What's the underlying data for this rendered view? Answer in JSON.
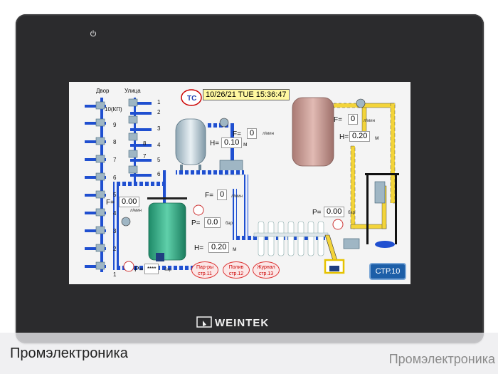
{
  "screen": {
    "headers": {
      "left": "Двор",
      "right": "Улица"
    },
    "datetime": "10/26/21 TUE 15:36:47",
    "left_numbers": [
      "10(КП)",
      "9",
      "8",
      "7",
      "6",
      "5",
      "4",
      "3",
      "2",
      "1"
    ],
    "right_numbers": [
      "1",
      "2",
      "3",
      "4",
      "5",
      "6",
      "7",
      "8"
    ],
    "readouts": {
      "f1_label": "F=",
      "f1_value": "0",
      "f1_unit": "л/мин",
      "h1_label": "H=",
      "h1_value": "0.10",
      "h1_unit": "м",
      "f2_label": "F=",
      "f2_value": "0",
      "f2_unit": "л/мин",
      "f3_label": "F=",
      "f3_value": "0.00",
      "f3_unit": "л/мин",
      "p1_label": "P=",
      "p1_value": "0.0",
      "p1_unit": "бар",
      "h2_label": "H=",
      "h2_value": "0.20",
      "h2_unit": "м",
      "p2_label": "P=",
      "p2_value": "****",
      "p2_unit": "бар",
      "f4_label": "F=",
      "f4_value": "0",
      "f4_unit": "л/мин",
      "h3_label": "H=",
      "h3_value": "0.20",
      "h3_unit": "м",
      "p3_label": "P=",
      "p3_value": "0.00",
      "p3_unit": "бар"
    },
    "buttons": [
      {
        "line1": "Пар-ры",
        "line2": "стр.11"
      },
      {
        "line1": "Полив",
        "line2": "стр.12"
      },
      {
        "line1": "Журнал",
        "line2": "стр.13"
      }
    ],
    "page_button": "СТР.10",
    "logo_text": "ТС"
  },
  "brand": "WEINTEK",
  "footer": {
    "left": "Промэлектроника",
    "right": "Промэлектроника"
  },
  "colors": {
    "panel": "#2b2b2d",
    "pipe_blue": "#1f4fd0",
    "pipe_yellow": "#f3d43a",
    "tank_green": "#3ab08a",
    "tank_rose": "#c99b94"
  }
}
